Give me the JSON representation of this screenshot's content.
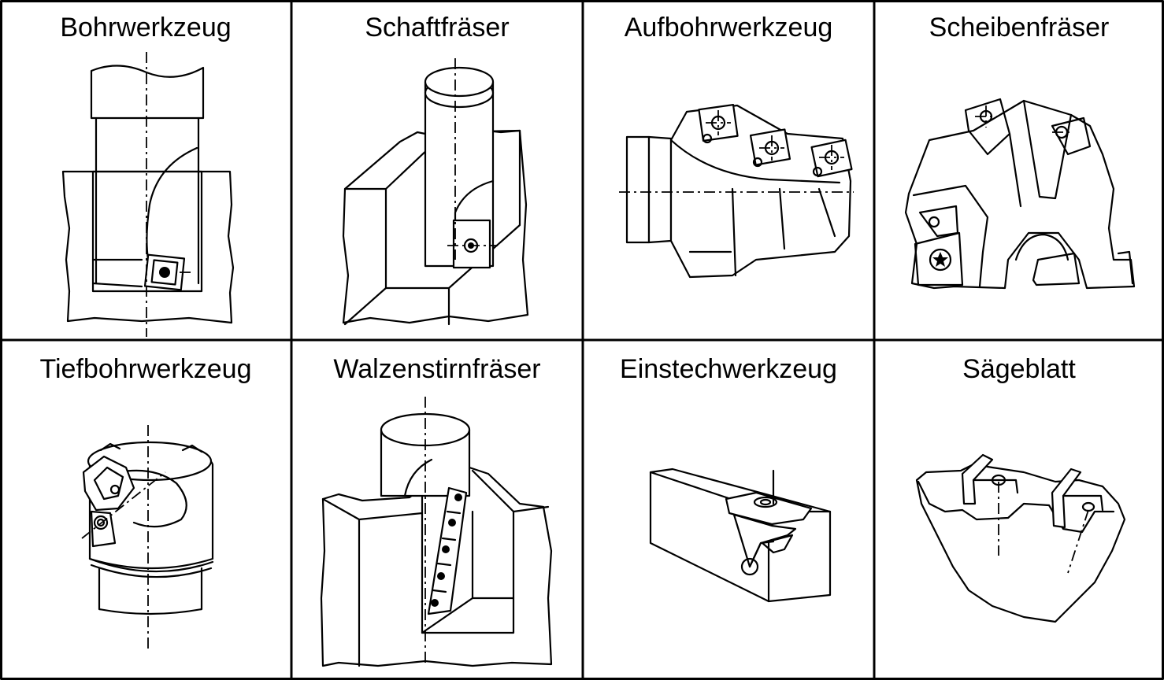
{
  "tools": [
    {
      "id": "bohrwerkzeug",
      "label": "Bohrwerkzeug",
      "icon": "drilling-tool-icon"
    },
    {
      "id": "schaftfraeser",
      "label": "Schaftfräser",
      "icon": "end-mill-icon"
    },
    {
      "id": "aufbohrwerkzeug",
      "label": "Aufbohrwerkzeug",
      "icon": "boring-tool-icon"
    },
    {
      "id": "scheibenfraeser",
      "label": "Scheibenfräser",
      "icon": "disc-milling-cutter-icon"
    },
    {
      "id": "tiefbohrwerkzeug",
      "label": "Tiefbohrwerkzeug",
      "icon": "deep-hole-drill-icon"
    },
    {
      "id": "walzenstirnfraeser",
      "label": "Walzenstirnfräser",
      "icon": "shell-end-mill-icon"
    },
    {
      "id": "einstechwerkzeug",
      "label": "Einstechwerkzeug",
      "icon": "grooving-tool-icon"
    },
    {
      "id": "saegeblatt",
      "label": "Sägeblatt",
      "icon": "saw-blade-icon"
    }
  ],
  "colors": {
    "line": "#000000",
    "background": "#ffffff"
  }
}
